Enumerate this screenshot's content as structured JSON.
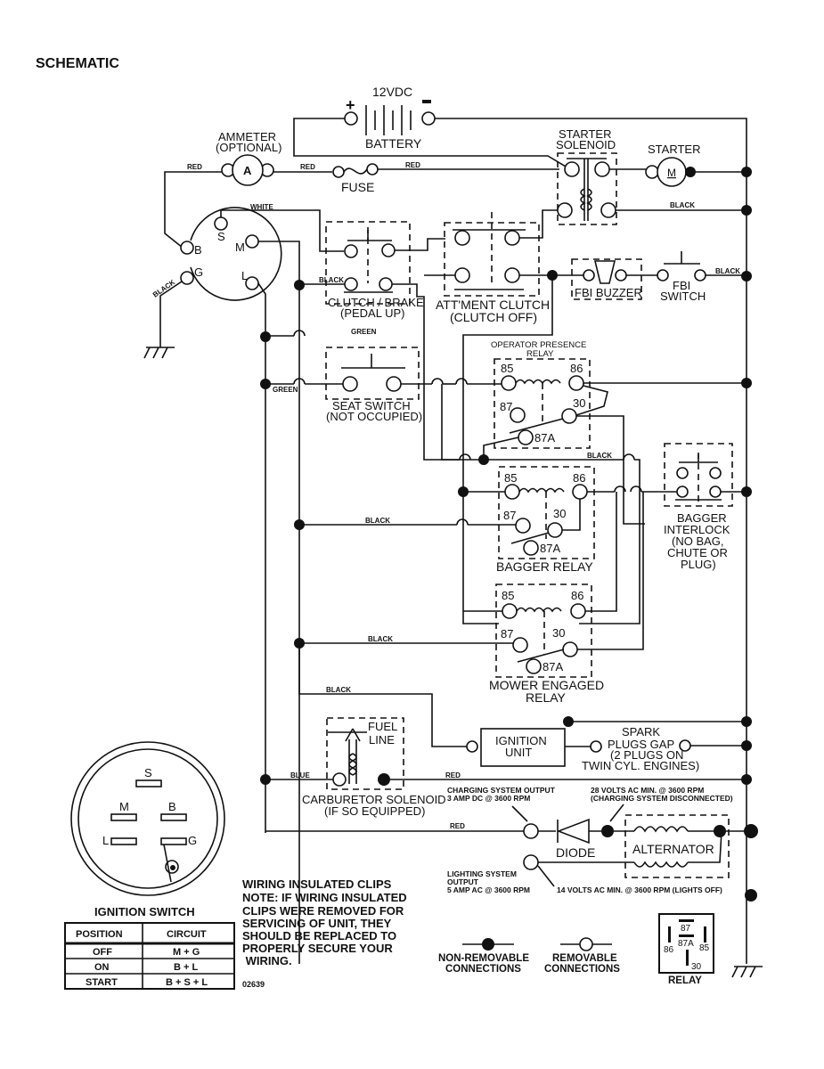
{
  "title": "SCHEMATIC",
  "battery": {
    "voltage": "12VDC",
    "label": "BATTERY",
    "plus": "+",
    "minus": "−"
  },
  "ammeter": {
    "label_line1": "AMMETER",
    "label_line2": "(OPTIONAL)",
    "symbol": "A"
  },
  "fuse": {
    "label": "FUSE"
  },
  "starter_solenoid": {
    "line1": "STARTER",
    "line2": "SOLENOID"
  },
  "starter": {
    "label": "STARTER",
    "symbol": "M"
  },
  "ignition_terminals": {
    "B": "B",
    "S": "S",
    "M": "M",
    "G": "G",
    "L": "L"
  },
  "wire_labels": {
    "red1": "RED",
    "red2": "RED",
    "red3": "RED",
    "white": "WHITE",
    "black_starter": "BLACK",
    "black_ign": "BLACK",
    "black_clutch": "BLACK",
    "green1": "GREEN",
    "green2": "GREEN",
    "black_fbi": "BLACK",
    "black_opr": "BLACK",
    "black_bagger": "BLACK",
    "black_mower": "BLACK",
    "black_ign_unit": "BLACK",
    "blue": "BLUE",
    "red_carb": "RED",
    "red_charge": "RED"
  },
  "clutch_brake": {
    "line1": "CLUTCH / BRAKE",
    "line2": "(PEDAL UP)"
  },
  "attachment_clutch": {
    "line1": "ATT'MENT CLUTCH",
    "line2": "(CLUTCH OFF)"
  },
  "fbi_buzzer": {
    "label": "FBI BUZZER"
  },
  "fbi_switch": {
    "line1": "FBI",
    "line2": "SWITCH"
  },
  "seat_switch": {
    "line1": "SEAT SWITCH",
    "line2": "(NOT OCCUPIED)"
  },
  "operator_presence_relay": {
    "line1": "OPERATOR PRESENCE",
    "line2": "RELAY",
    "pins": {
      "p85": "85",
      "p86": "86",
      "p87": "87",
      "p30": "30",
      "p87a": "87A"
    }
  },
  "bagger_relay": {
    "label": "BAGGER RELAY",
    "pins": {
      "p85": "85",
      "p86": "86",
      "p87": "87",
      "p30": "30",
      "p87a": "87A"
    }
  },
  "bagger_interlock": {
    "lines": [
      "BAGGER",
      "INTERLOCK",
      "(NO BAG,",
      "CHUTE OR",
      "PLUG)"
    ]
  },
  "mower_engaged_relay": {
    "line1": "MOWER ENGAGED",
    "line2": "RELAY",
    "pins": {
      "p85": "85",
      "p86": "86",
      "p87": "87",
      "p30": "30",
      "p87a": "87A"
    }
  },
  "carburetor_solenoid": {
    "fuel_line1": "FUEL",
    "fuel_line2": "LINE",
    "line1": "CARBURETOR SOLENOID",
    "line2": "(IF SO EQUIPPED)"
  },
  "ignition_unit": {
    "line1": "IGNITION",
    "line2": "UNIT"
  },
  "spark_plugs": {
    "lines": [
      "SPARK",
      "PLUGS GAP",
      "(2 PLUGS ON",
      "TWIN CYL. ENGINES)"
    ]
  },
  "charging": {
    "output_line1": "CHARGING SYSTEM OUTPUT",
    "output_line2": "3 AMP DC @ 3600 RPM",
    "volts_line1": "28 VOLTS AC MIN. @ 3600 RPM",
    "volts_line2": "(CHARGING SYSTEM DISCONNECTED)",
    "diode": "DIODE",
    "alternator": "ALTERNATOR",
    "lighting_line1": "LIGHTING SYSTEM",
    "lighting_line2": "OUTPUT",
    "lighting_line3": "5 AMP AC @ 3600 RPM",
    "lights_off": "14 VOLTS AC MIN. @ 3600 RPM (LIGHTS OFF)"
  },
  "ignition_switch": {
    "title": "IGNITION SWITCH",
    "terminals": {
      "S": "S",
      "M": "M",
      "B": "B",
      "L": "L",
      "G": "G"
    },
    "table": {
      "headers": [
        "POSITION",
        "CIRCUIT"
      ],
      "rows": [
        [
          "OFF",
          "M + G"
        ],
        [
          "ON",
          "B + L"
        ],
        [
          "START",
          "B + S + L"
        ]
      ]
    }
  },
  "note": {
    "title": "WIRING INSULATED CLIPS",
    "lines": [
      "NOTE: IF WIRING INSULATED",
      "CLIPS WERE REMOVED FOR",
      "SERVICING OF UNIT, THEY",
      "SHOULD BE REPLACED TO",
      "PROPERLY SECURE YOUR",
      " WIRING."
    ],
    "code": "02639"
  },
  "legend": {
    "non_removable_1": "NON-REMOVABLE",
    "non_removable_2": "CONNECTIONS",
    "removable_1": "REMOVABLE",
    "removable_2": "CONNECTIONS"
  },
  "relay_legend": {
    "label": "RELAY",
    "p87": "87",
    "p87a": "87A",
    "p86": "86",
    "p85": "85",
    "p30": "30"
  }
}
